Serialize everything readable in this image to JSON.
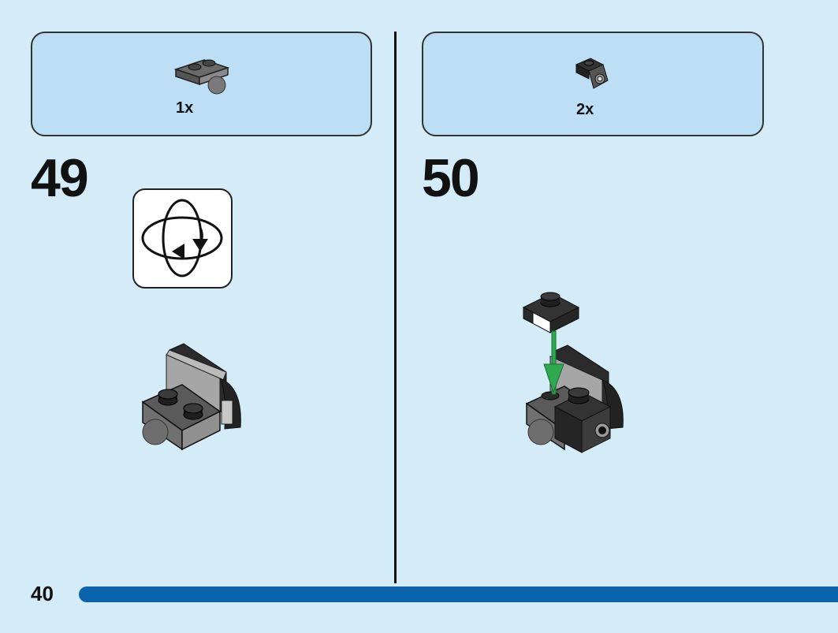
{
  "page": {
    "number": "40"
  },
  "steps": [
    {
      "number": "49",
      "part_qty": "1x",
      "part_icon": "plate-with-ball-icon",
      "callout_icon": "rotate-model-icon"
    },
    {
      "number": "50",
      "part_qty": "2x",
      "part_icon": "bracket-with-hole-icon"
    }
  ],
  "colors": {
    "background": "#d4ebf8",
    "parts_box": "#bddff5",
    "page_bar": "#0b62ad",
    "arrow": "#2fa84f"
  }
}
